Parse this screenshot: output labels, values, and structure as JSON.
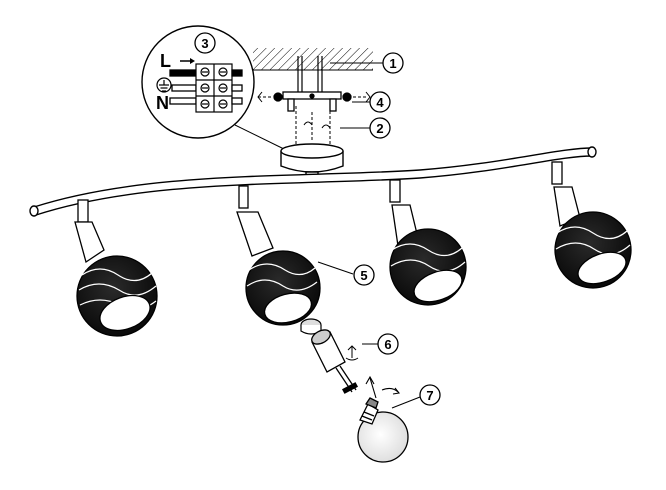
{
  "callouts": {
    "c1": "1",
    "c2": "2",
    "c3": "3",
    "c4": "4",
    "c5": "5",
    "c6": "6",
    "c7": "7"
  },
  "wiring": {
    "live": "L",
    "neutral": "N",
    "earth_icon": "earth-ground-icon"
  }
}
